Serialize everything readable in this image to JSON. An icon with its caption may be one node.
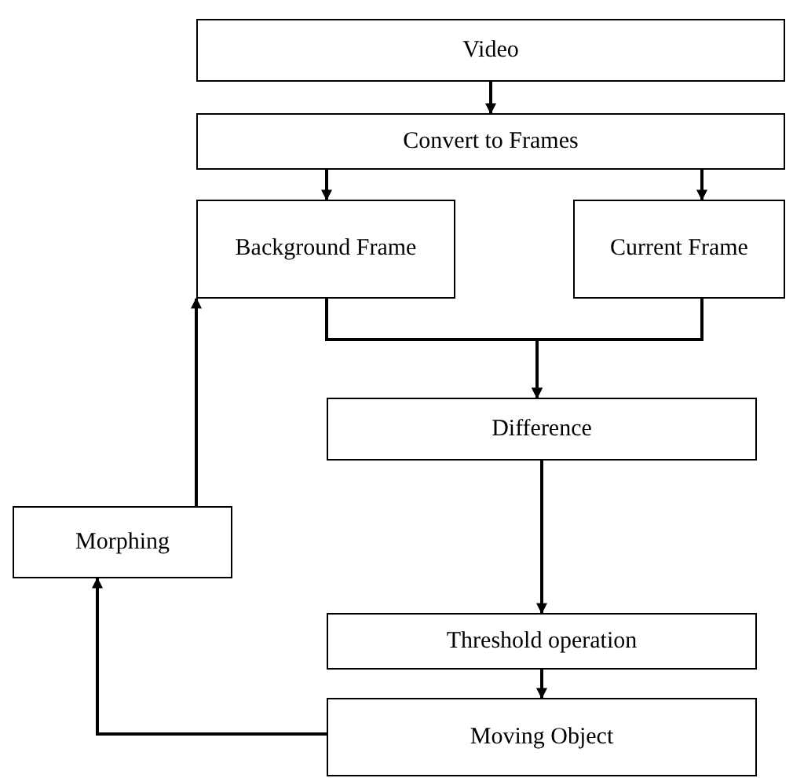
{
  "diagram": {
    "nodes": [
      {
        "text": [
          "Video"
        ]
      },
      {
        "text": [
          "Convert to Frames"
        ]
      },
      {
        "text": [
          "Background Frame"
        ]
      },
      {
        "text": [
          "Current Frame"
        ]
      },
      {
        "text": [
          "Difference"
        ]
      },
      {
        "text": [
          "Morphing"
        ]
      },
      {
        "text": [
          "Threshold operation"
        ]
      },
      {
        "text": [
          "Moving Object"
        ]
      }
    ],
    "edges": [
      {
        "from": 0,
        "to": 1,
        "arrow": "to"
      },
      {
        "from": 1,
        "to": 2,
        "arrow": "to"
      },
      {
        "from": 1,
        "to": 3,
        "arrow": "to"
      },
      {
        "from": 2,
        "to": 4,
        "arrow": "to"
      },
      {
        "from": 3,
        "to": 4,
        "arrow": "to"
      },
      {
        "from": 4,
        "to": 6,
        "arrow": "to"
      },
      {
        "from": 6,
        "to": 7,
        "arrow": "to"
      },
      {
        "from": 7,
        "to": 5,
        "arrow": "to"
      },
      {
        "from": 5,
        "to": 2,
        "arrow": "to"
      }
    ]
  }
}
